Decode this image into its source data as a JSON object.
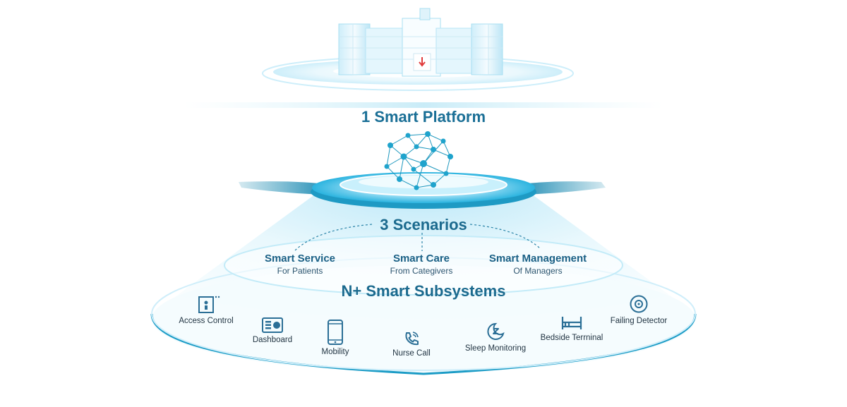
{
  "platform": {
    "label": "1 Smart Platform"
  },
  "scenarios": {
    "label": "3 Scenarios",
    "items": [
      {
        "title": "Smart Service",
        "subtitle": "For Patients"
      },
      {
        "title": "Smart Care",
        "subtitle": "From Categivers"
      },
      {
        "title": "Smart Management",
        "subtitle": "Of Managers"
      }
    ]
  },
  "subsystems": {
    "label": "N+ Smart Subsystems",
    "items": [
      {
        "label": "Access Control",
        "icon": "access-control-icon"
      },
      {
        "label": "Dashboard",
        "icon": "dashboard-icon"
      },
      {
        "label": "Mobility",
        "icon": "mobile-phone-icon"
      },
      {
        "label": "Nurse Call",
        "icon": "phone-call-icon"
      },
      {
        "label": "Sleep Monitoring",
        "icon": "sleep-icon"
      },
      {
        "label": "Bedside Terrninal",
        "icon": "bed-icon"
      },
      {
        "label": "Failing Detector",
        "icon": "detector-icon"
      }
    ]
  },
  "colors": {
    "accent": "#1a6f96",
    "teal": "#1c93b8",
    "icon": "#2b6f96",
    "platform_glow": "#dff3fb"
  }
}
